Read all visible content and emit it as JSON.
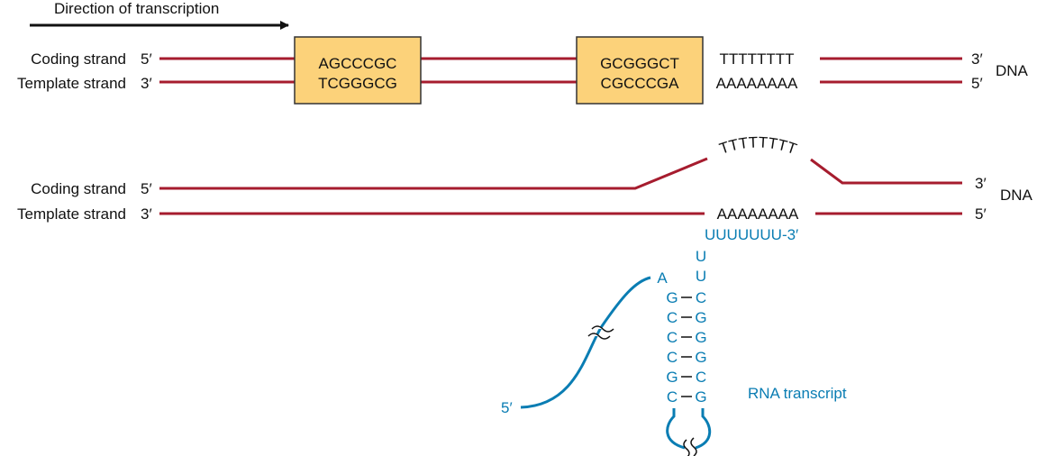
{
  "direction_label": "Direction of transcription",
  "colors": {
    "dna_strand": "#a61c2e",
    "rna": "#0a7db3",
    "box_fill": "#fcd27a"
  },
  "top": {
    "coding_label": "Coding strand",
    "coding_end5": "5′",
    "coding_end3": "3′",
    "template_label": "Template strand",
    "template_end3": "3′",
    "template_end5": "5′",
    "box1": {
      "coding": "AGCCCGC",
      "template": "TCGGGCG"
    },
    "box2": {
      "coding": "GCGGGCT",
      "template": "CGCCCGA"
    },
    "t_run": "TTTTTTTT",
    "a_run": "AAAAAAAA",
    "dna_label": "DNA"
  },
  "bottom": {
    "coding_label": "Coding strand",
    "coding_end5": "5′",
    "coding_end3": "3′",
    "template_label": "Template strand",
    "template_end3": "3′",
    "template_end5": "5′",
    "t_run": "TTTTTTTT",
    "a_run": "AAAAAAAA",
    "dna_label": "DNA"
  },
  "rna": {
    "tail": "UUUUUUU-3′",
    "stem_top": [
      "U",
      "U"
    ],
    "a_base": "A",
    "pairs": [
      [
        "G",
        "C"
      ],
      [
        "C",
        "G"
      ],
      [
        "C",
        "G"
      ],
      [
        "C",
        "G"
      ],
      [
        "G",
        "C"
      ],
      [
        "C",
        "G"
      ]
    ],
    "end5": "5′",
    "label": "RNA transcript"
  }
}
